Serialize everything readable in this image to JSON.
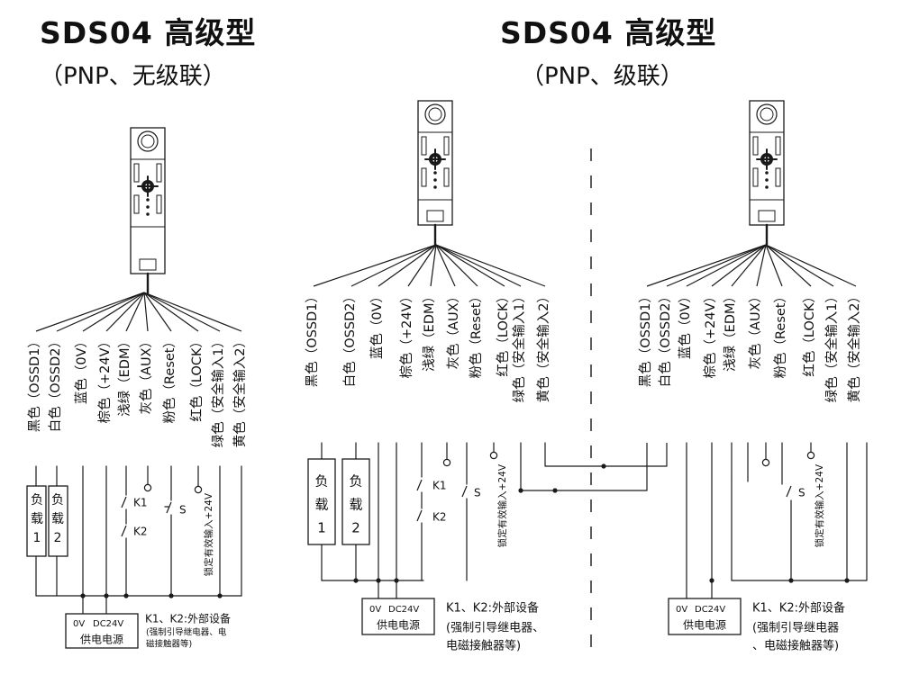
{
  "left_panel": {
    "title": "SDS04 高级型",
    "subtitle": "（PNP、无级联）"
  },
  "right_panel": {
    "title": "SDS04 高级型",
    "subtitle": "（PNP、级联）"
  },
  "wires": [
    "黑色（OSSD1）",
    "白色（OSSD2）",
    "蓝色（0V）",
    "棕色（+24V）",
    "浅绿（EDM）",
    "灰色（AUX）",
    "粉色（Reset）",
    "红色（LOCK）",
    "绿色（安全输入1）",
    "黄色（安全输入2）"
  ],
  "loads": [
    "负载1",
    "负载2"
  ],
  "load_chars": [
    [
      "负",
      "载",
      "1"
    ],
    [
      "负",
      "载",
      "2"
    ]
  ],
  "k1": "K1",
  "k2": "K2",
  "switch_s": "S",
  "lock_note": "锁定有效输入+24V",
  "power": {
    "zero_v": "0V",
    "dc24v": "DC24V",
    "label": "供电电源"
  },
  "external_note": "K1、K2:外部设备",
  "external_detail_small": [
    "(强制引导继电器、电",
    "磁接触器等)"
  ],
  "external_detail_large": [
    [
      "(强制引导继电器、",
      "电磁接触器等)"
    ],
    [
      "(强制引导继电器",
      "、电磁接触器等)"
    ]
  ]
}
